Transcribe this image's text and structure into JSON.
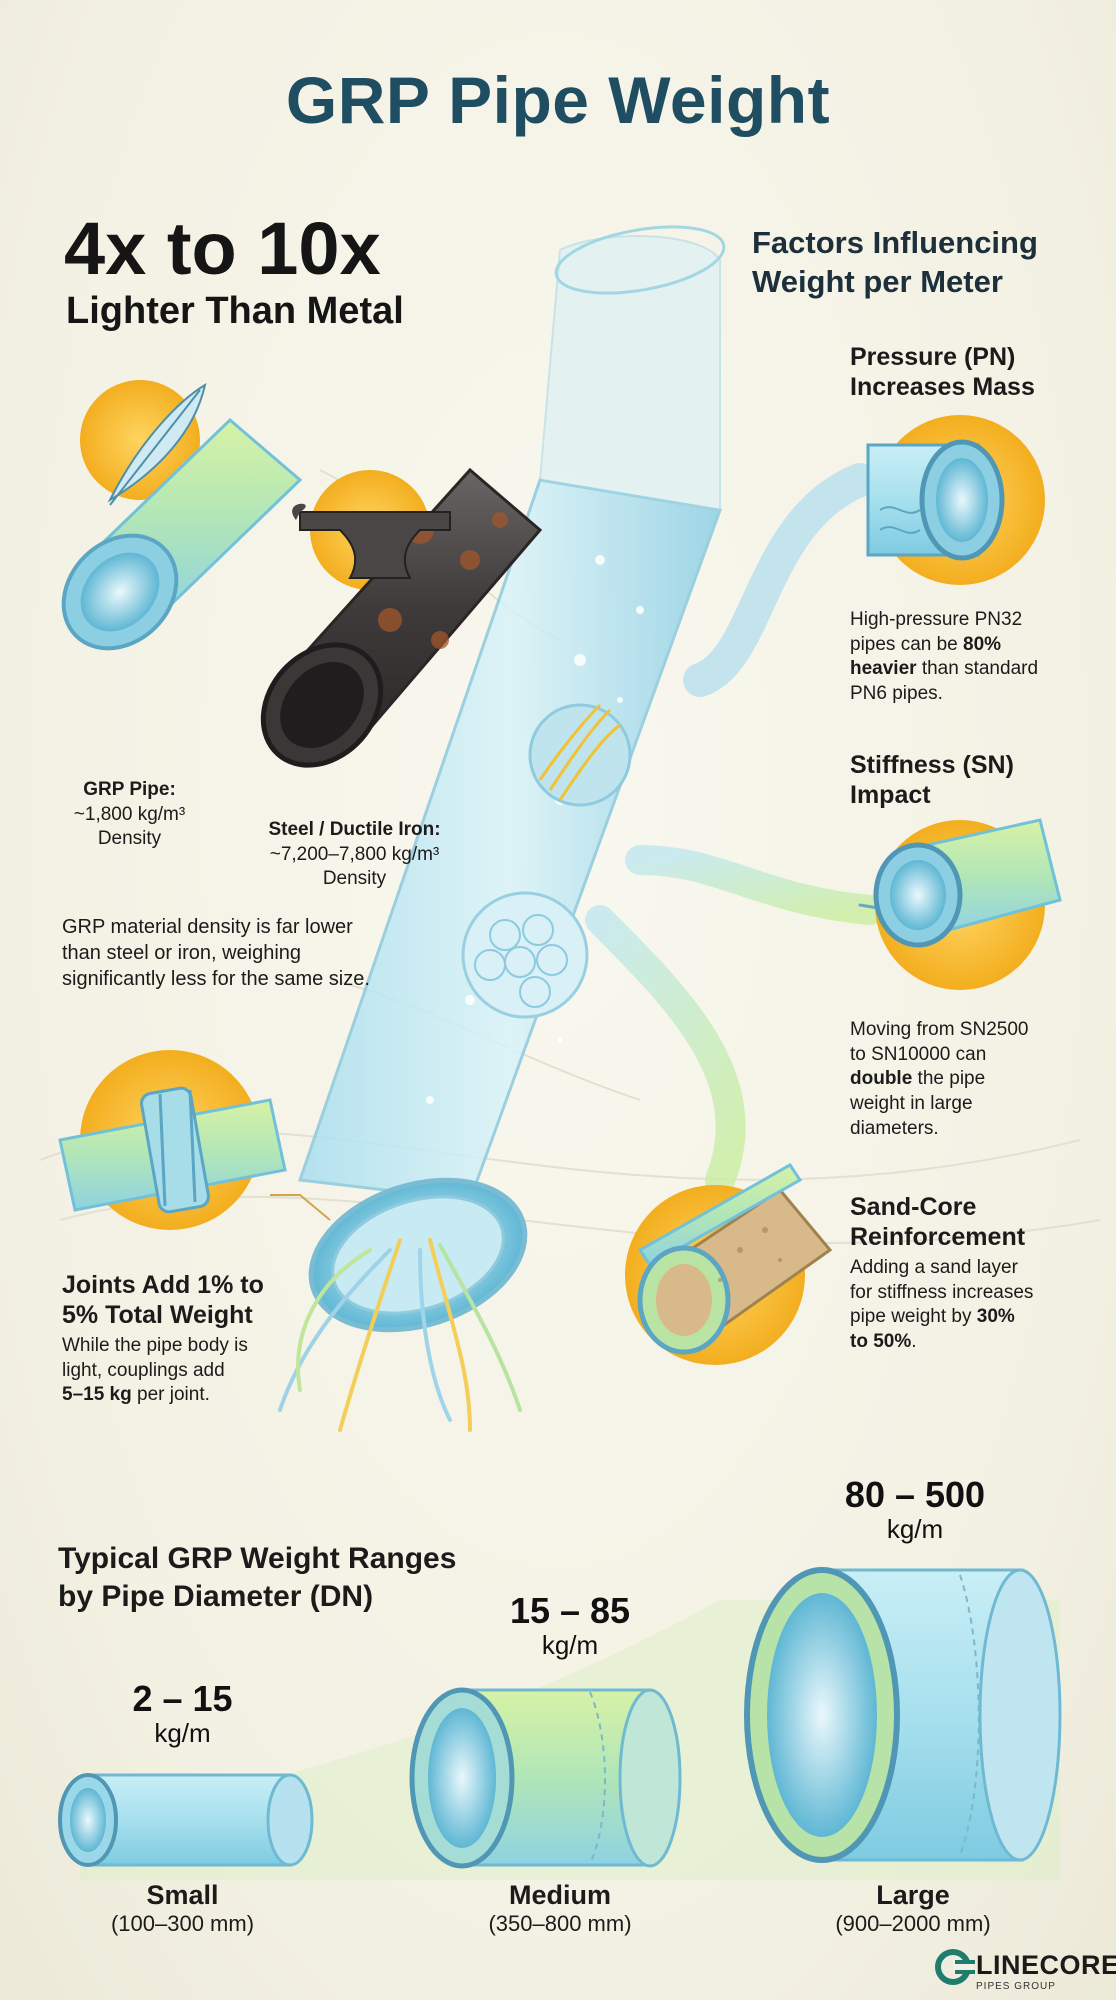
{
  "title": "GRP Pipe Weight",
  "headline": "4x to 10x",
  "subheadline": "Lighter Than Metal",
  "grp_density": {
    "label": "GRP Pipe:",
    "value": "~1,800 kg/m³",
    "unit": "Density"
  },
  "steel_density": {
    "label": "Steel / Ductile Iron:",
    "value": "~7,200–7,800 kg/m³",
    "unit": "Density"
  },
  "density_note": [
    "GRP material density is far lower",
    "than steel or iron, weighing",
    "significantly less for the same size."
  ],
  "joints": {
    "heading": [
      "Joints Add 1% to",
      "5% Total Weight"
    ],
    "body": [
      "While the pipe body is",
      "light, couplings add"
    ],
    "body_bold": "5–15 kg",
    "body_tail": " per joint."
  },
  "factors_heading": [
    "Factors Influencing",
    "Weight per Meter"
  ],
  "pressure": {
    "heading": [
      "Pressure (PN)",
      "Increases Mass"
    ],
    "line1": "High-pressure PN32",
    "line2_pre": "pipes can be ",
    "line2_bold": "80%",
    "line3_bold": "heavier",
    "line3_post": " than standard",
    "line4": "PN6 pipes."
  },
  "stiffness": {
    "heading": [
      "Stiffness (SN)",
      "Impact"
    ],
    "line1": "Moving from SN2500",
    "line2": "to SN10000 can",
    "line3_bold": "double",
    "line3_post": " the pipe",
    "line4": "weight in large",
    "line5": "diameters."
  },
  "sandcore": {
    "heading": [
      "Sand-Core",
      "Reinforcement"
    ],
    "line1": "Adding a sand layer",
    "line2": "for stiffness increases",
    "line3_pre": "pipe weight by ",
    "line3_bold": "30%",
    "line4_bold": "to 50%",
    "line4_post": "."
  },
  "ranges_heading": [
    "Typical GRP Weight Ranges",
    "by Pipe Diameter (DN)"
  ],
  "sizes": [
    {
      "range": "2 – 15",
      "unit": "kg/m",
      "name": "Small",
      "mm": "(100–300 mm)"
    },
    {
      "range": "15 – 85",
      "unit": "kg/m",
      "name": "Medium",
      "mm": "(350–800 mm)"
    },
    {
      "range": "80 – 500",
      "unit": "kg/m",
      "name": "Large",
      "mm": "(900–2000 mm)"
    }
  ],
  "logo": {
    "name": "LINECORE",
    "tagline": "PIPES GROUP"
  },
  "colors": {
    "title": "#1f4d62",
    "pipe_light": "#bfe6ef",
    "pipe_green": "#b6e59a",
    "accent_yellow": "#f6b92e",
    "steel": "#4a4646",
    "rust": "#a0572b",
    "sand": "#d8b98a",
    "logo_teal": "#1f7d6e"
  }
}
